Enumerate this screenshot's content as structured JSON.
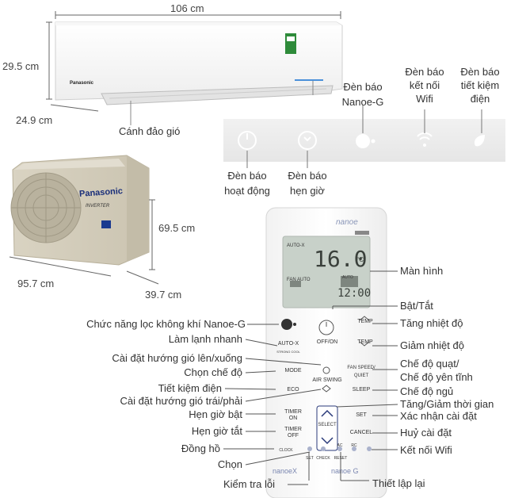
{
  "dimensions": {
    "indoor_width": "106 cm",
    "indoor_height": "29.5 cm",
    "indoor_depth": "24.9 cm",
    "outdoor_height": "69.5 cm",
    "outdoor_width": "95.7 cm",
    "outdoor_depth": "39.7 cm"
  },
  "indoor_labels": {
    "louver": "Cánh đảo gió",
    "nanoe_light": "Đèn báo\nNanoe-G",
    "wifi_light": "Đèn báo\nkết nối\nWifi",
    "eco_light": "Đèn báo\ntiết kiệm\nđiện",
    "power_light": "Đèn báo\nhoạt động",
    "timer_light": "Đèn báo\nhẹn giờ"
  },
  "brand": {
    "indoor": "Panasonic",
    "outdoor": "Panasonic",
    "inverter": "INVERTER",
    "remote_top": "nanoe"
  },
  "remote": {
    "display_mode": "AUTO-X",
    "display_temp": "16.0",
    "display_unit": "°C",
    "display_fan": "FAN AUTO",
    "display_clock": "12:00",
    "display_auto": "AUTO",
    "btn_onoff": "OFF/ON",
    "btn_temp_up": "TEMP",
    "btn_temp_down": "TEMP",
    "btn_autox": "AUTO-X",
    "btn_autox_sub": "STRONG COOL",
    "btn_mode": "MODE",
    "btn_fan": "FAN SPEED/",
    "btn_fan_sub": "QUIET",
    "btn_airswing": "AIR SWING",
    "btn_eco": "ECO",
    "btn_sleep": "SLEEP",
    "btn_timer_on": "TIMER",
    "btn_timer_on_sub": "ON",
    "btn_timer_off": "TIMER",
    "btn_timer_off_sub": "OFF",
    "btn_select": "SELECT",
    "btn_set": "SET",
    "btn_cancel": "CANCEL",
    "btn_clock": "CLOCK",
    "btn_set_small": "SET",
    "btn_check": "CHECK",
    "btn_ac": "AC",
    "btn_reset": "RESET",
    "btn_rc": "RC",
    "bottom_brand_left": "nanoeX",
    "bottom_brand_right": "nanoe G"
  },
  "callouts_left": {
    "nanoe_filter": "Chức năng lọc không khí Nanoe-G",
    "fast_cool": "Làm lạnh nhanh",
    "swing_vertical": "Cài đặt hướng gió lên/xuống",
    "mode": "Chọn chế độ",
    "eco": "Tiết kiệm điện",
    "swing_horizontal": "Cài đặt hướng gió trái/phải",
    "timer_on": "Hẹn giờ bật",
    "timer_off": "Hẹn giờ tắt",
    "clock": "Đồng hồ",
    "select": "Chọn",
    "check": "Kiểm tra lỗi"
  },
  "callouts_right": {
    "screen": "Màn hình",
    "onoff": "Bật/Tắt",
    "temp_up": "Tăng nhiệt độ",
    "temp_down": "Giảm nhiệt độ",
    "fan_speed": "Chế độ quạt/",
    "quiet": "Chế độ yên tĩnh",
    "sleep": "Chế độ ngủ",
    "adjust": "Tăng/Giảm thời gian",
    "set": "Xác nhận cài đặt",
    "cancel": "Huỷ cài đặt",
    "wifi": "Kết nối Wifi",
    "reset": "Thiết lập lại"
  }
}
